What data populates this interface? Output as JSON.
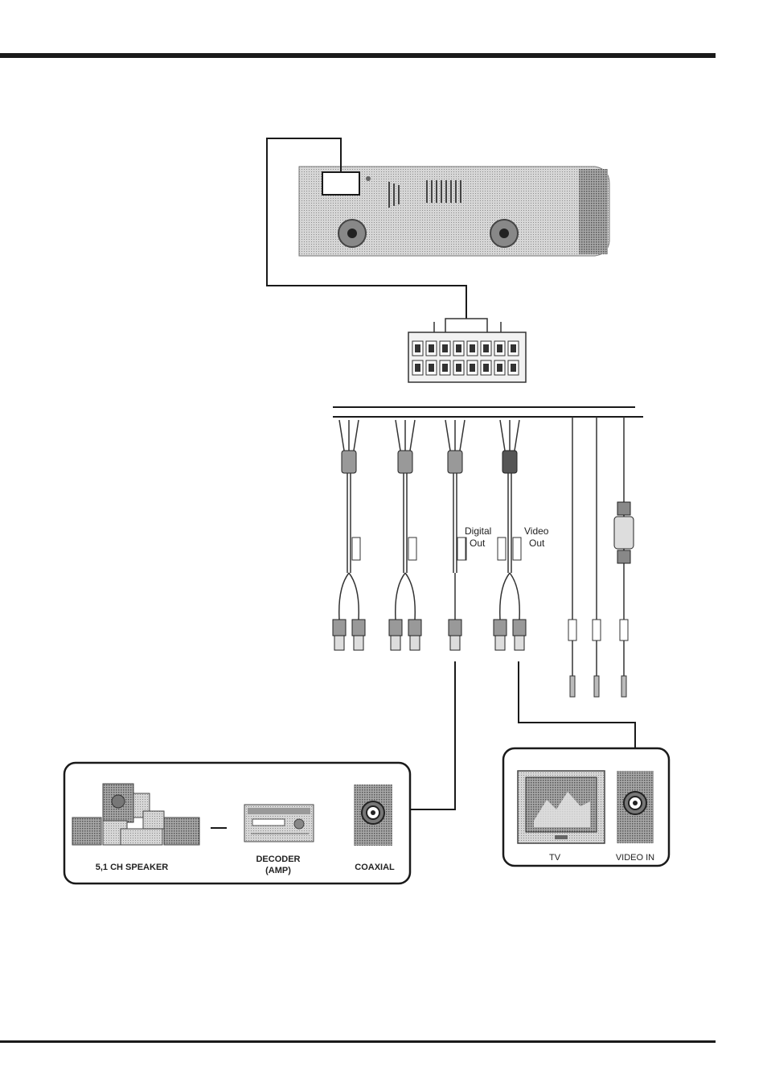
{
  "labels": {
    "digital_out_line1": "Digital",
    "digital_out_line2": "Out",
    "video_out_line1": "Video",
    "video_out_line2": "Out",
    "speaker": "5,1 CH SPEAKER",
    "decoder_line1": "DECODER",
    "decoder_line2": "(AMP)",
    "coaxial": "COAXIAL",
    "tv": "TV",
    "video_in": "VIDEO IN"
  },
  "colors": {
    "line": "#1a1a1a",
    "device_fill": "#c8c8c8",
    "device_dark": "#8a8a8a",
    "panel_fill": "#bdbdbd"
  },
  "icons": {
    "head_unit": "head-unit-icon",
    "wire_connector": "wire-harness-connector-icon",
    "speaker_set": "speaker-set-icon",
    "decoder": "amplifier-decoder-icon",
    "coaxial_jack": "coaxial-jack-icon",
    "tv": "television-icon",
    "video_jack": "rca-video-jack-icon"
  }
}
